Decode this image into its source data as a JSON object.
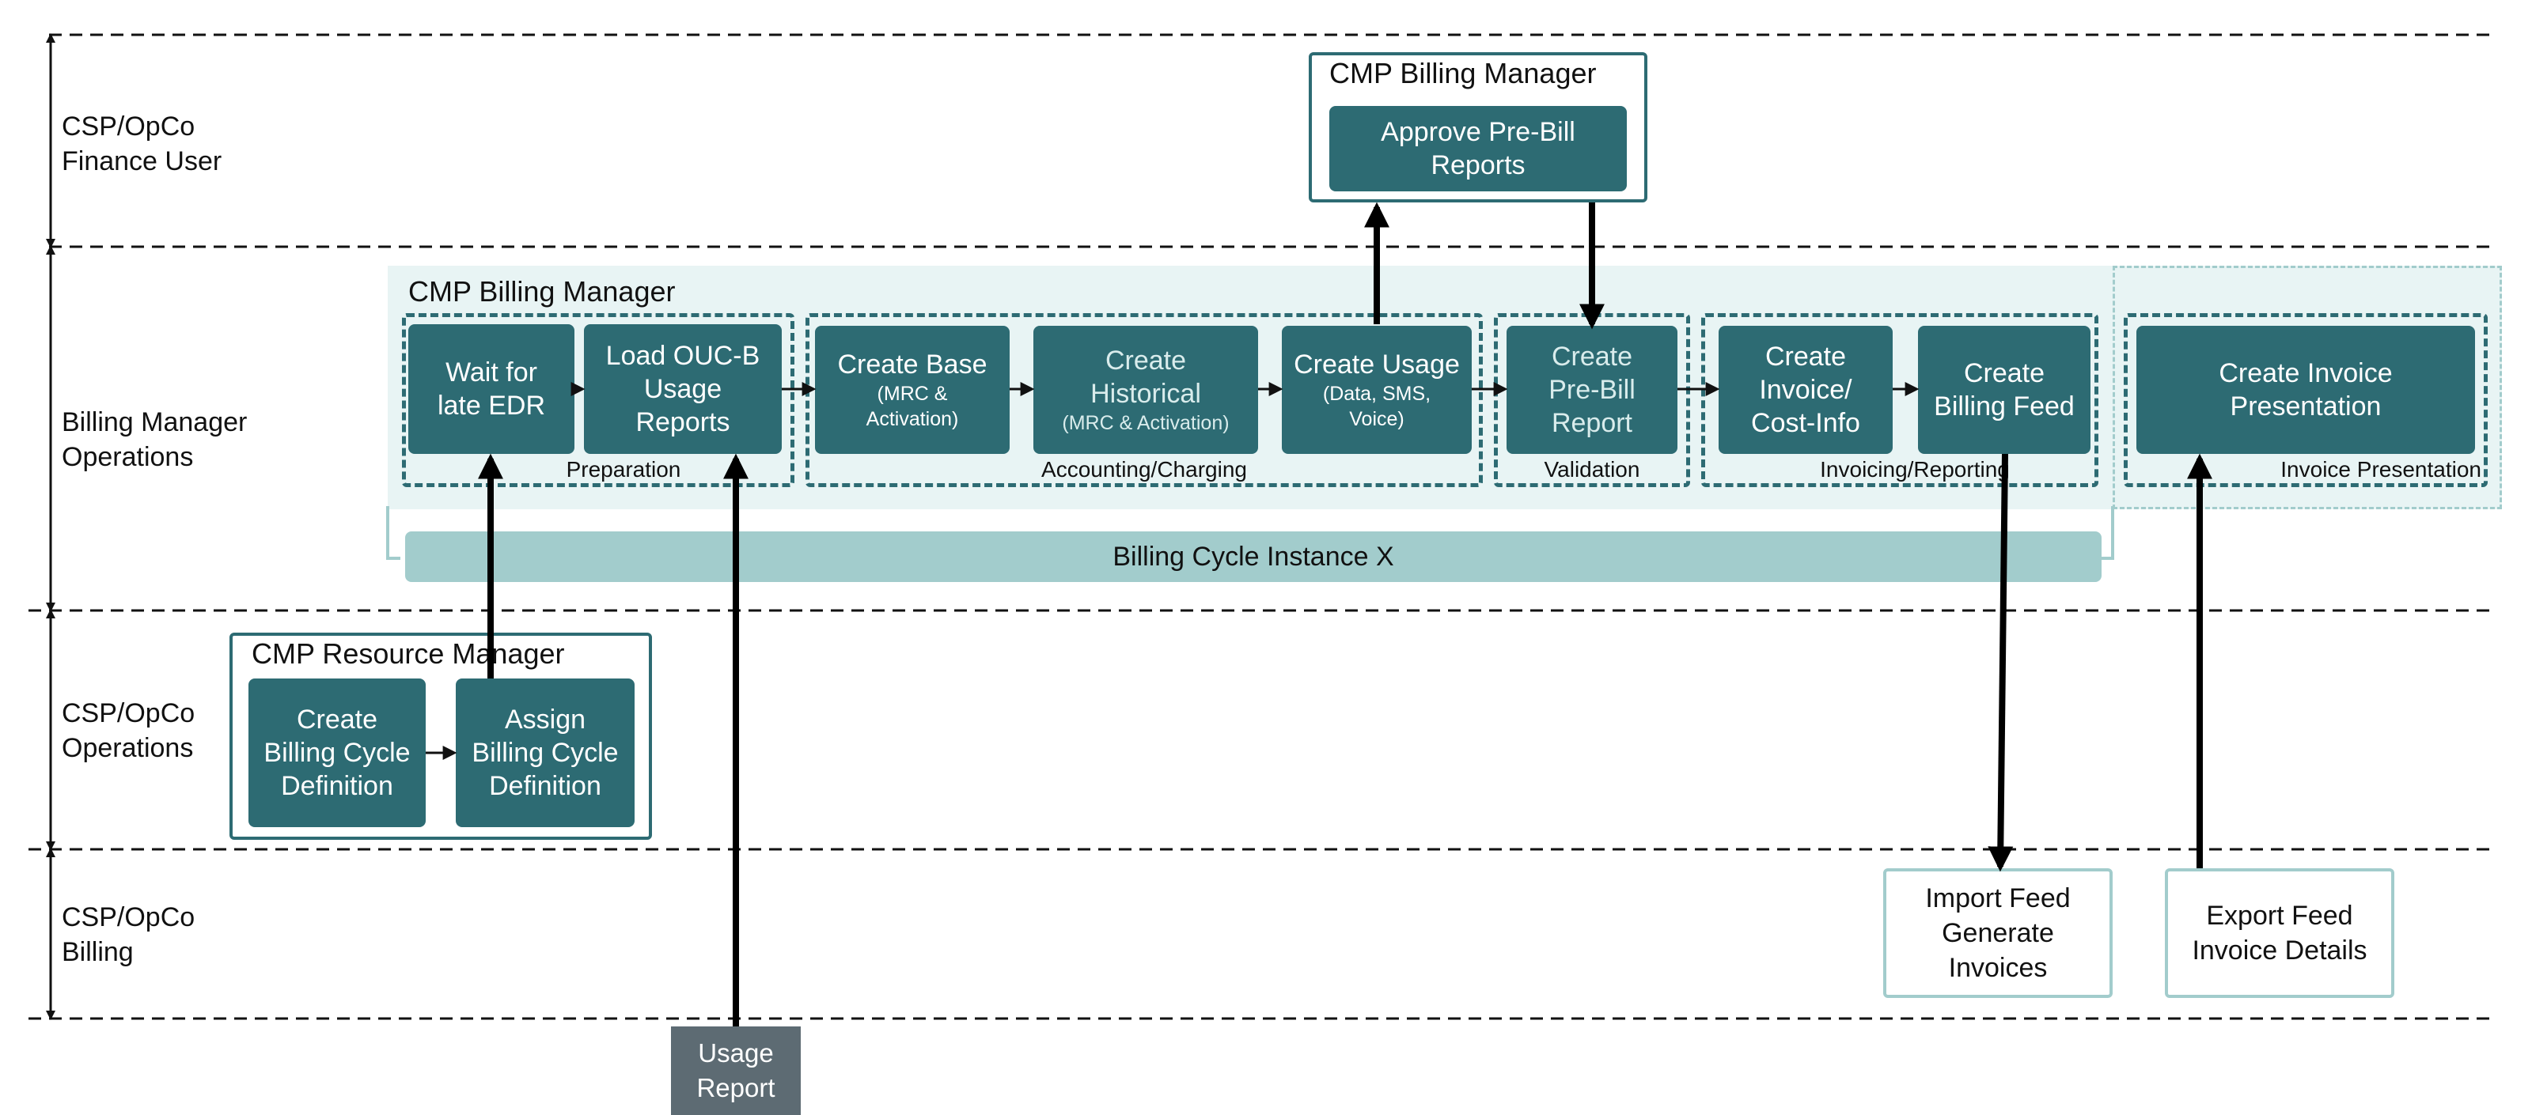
{
  "lanes": [
    {
      "id": "finance",
      "label": "CSP/OpCo\nFinance User"
    },
    {
      "id": "billing_ops",
      "label": "Billing Manager\nOperations"
    },
    {
      "id": "csp_ops",
      "label": "CSP/OpCo\nOperations"
    },
    {
      "id": "csp_billing",
      "label": "CSP/OpCo\nBilling"
    }
  ],
  "finance_manager": {
    "title": "CMP Billing Manager",
    "approve": "Approve Pre-Bill\nReports"
  },
  "billing_manager": {
    "title": "CMP Billing Manager",
    "stages": {
      "preparation": "Preparation",
      "accounting": "Accounting/Charging",
      "validation": "Validation",
      "invoicing": "Invoicing/Reporting",
      "presentation": "Invoice Presentation"
    },
    "steps": {
      "wait_edr": "Wait for\nlate EDR",
      "load_ouc": "Load OUC-B\nUsage\nReports",
      "create_base": "Create Base",
      "create_base_sub": "(MRC &\nActivation)",
      "create_historical": "Create\nHistorical",
      "create_historical_sub": "(MRC & Activation)",
      "create_usage": "Create Usage",
      "create_usage_sub": "(Data, SMS,\nVoice)",
      "pre_bill": "Create\nPre-Bill\nReport",
      "create_invoice": "Create\nInvoice/\nCost-Info",
      "billing_feed": "Create\nBilling Feed",
      "invoice_presentation": "Create Invoice\nPresentation"
    },
    "instance": "Billing Cycle Instance X"
  },
  "resource_manager": {
    "title": "CMP Resource Manager",
    "create_def": "Create\nBilling Cycle\nDefinition",
    "assign_def": "Assign\nBilling Cycle\nDefinition"
  },
  "external": {
    "import_feed": "Import Feed\nGenerate\nInvoices",
    "export_feed": "Export Feed\nInvoice Details",
    "usage_report": "Usage\nReport"
  },
  "colors": {
    "step": "#2d6b73",
    "panel": "#e8f4f4",
    "instance": "#a2cccc",
    "usage": "#5d6b73"
  }
}
